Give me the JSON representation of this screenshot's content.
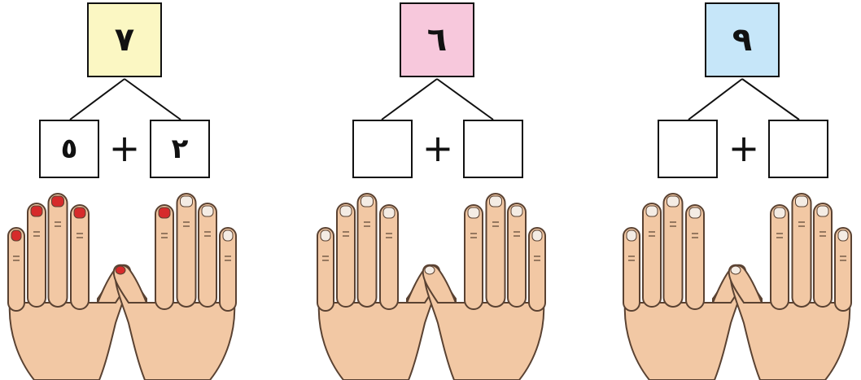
{
  "exercises": [
    {
      "total": "٧",
      "total_color": "#fbf7c3",
      "left_part": "٥",
      "right_part": "٢",
      "plus": "+",
      "painted_fingers": 7
    },
    {
      "total": "٦",
      "total_color": "#f7c8dc",
      "left_part": "",
      "right_part": "",
      "plus": "+",
      "painted_fingers": 0
    },
    {
      "total": "٩",
      "total_color": "#c6e6f9",
      "left_part": "",
      "right_part": "",
      "plus": "+",
      "painted_fingers": 0
    }
  ],
  "colors": {
    "skin": "#f2c8a4",
    "outline": "#5a4232",
    "nail": "#f4ece4",
    "nail_painted": "#d62b2b"
  }
}
